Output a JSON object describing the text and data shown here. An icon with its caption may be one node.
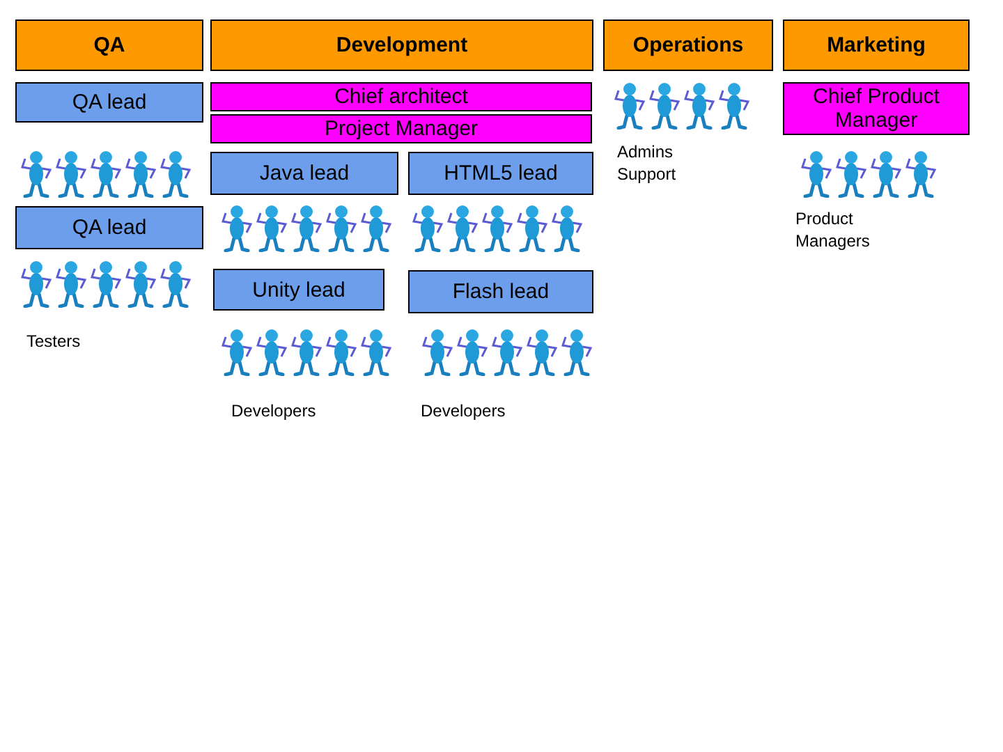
{
  "diagram": {
    "nodes": [
      {
        "text": [
          "QA"
        ]
      },
      {
        "text": [
          "Development"
        ]
      },
      {
        "text": [
          "Operations"
        ]
      },
      {
        "text": [
          "Marketing"
        ]
      },
      {
        "text": [
          "QA lead"
        ]
      },
      {
        "text": [
          "Chief architect"
        ]
      },
      {
        "text": [
          "Project Manager"
        ]
      },
      {
        "text": [
          "Chief Product Manager"
        ]
      },
      {
        "text": [
          "Java lead"
        ]
      },
      {
        "text": [
          "HTML5 lead"
        ]
      },
      {
        "text": [
          "QA lead"
        ]
      },
      {
        "text": [
          "Unity lead"
        ]
      },
      {
        "text": [
          "Flash lead"
        ]
      }
    ],
    "edges": [],
    "labels": [
      "Admins Support",
      "Product Managers",
      "Testers",
      "Developers",
      "Developers"
    ]
  }
}
